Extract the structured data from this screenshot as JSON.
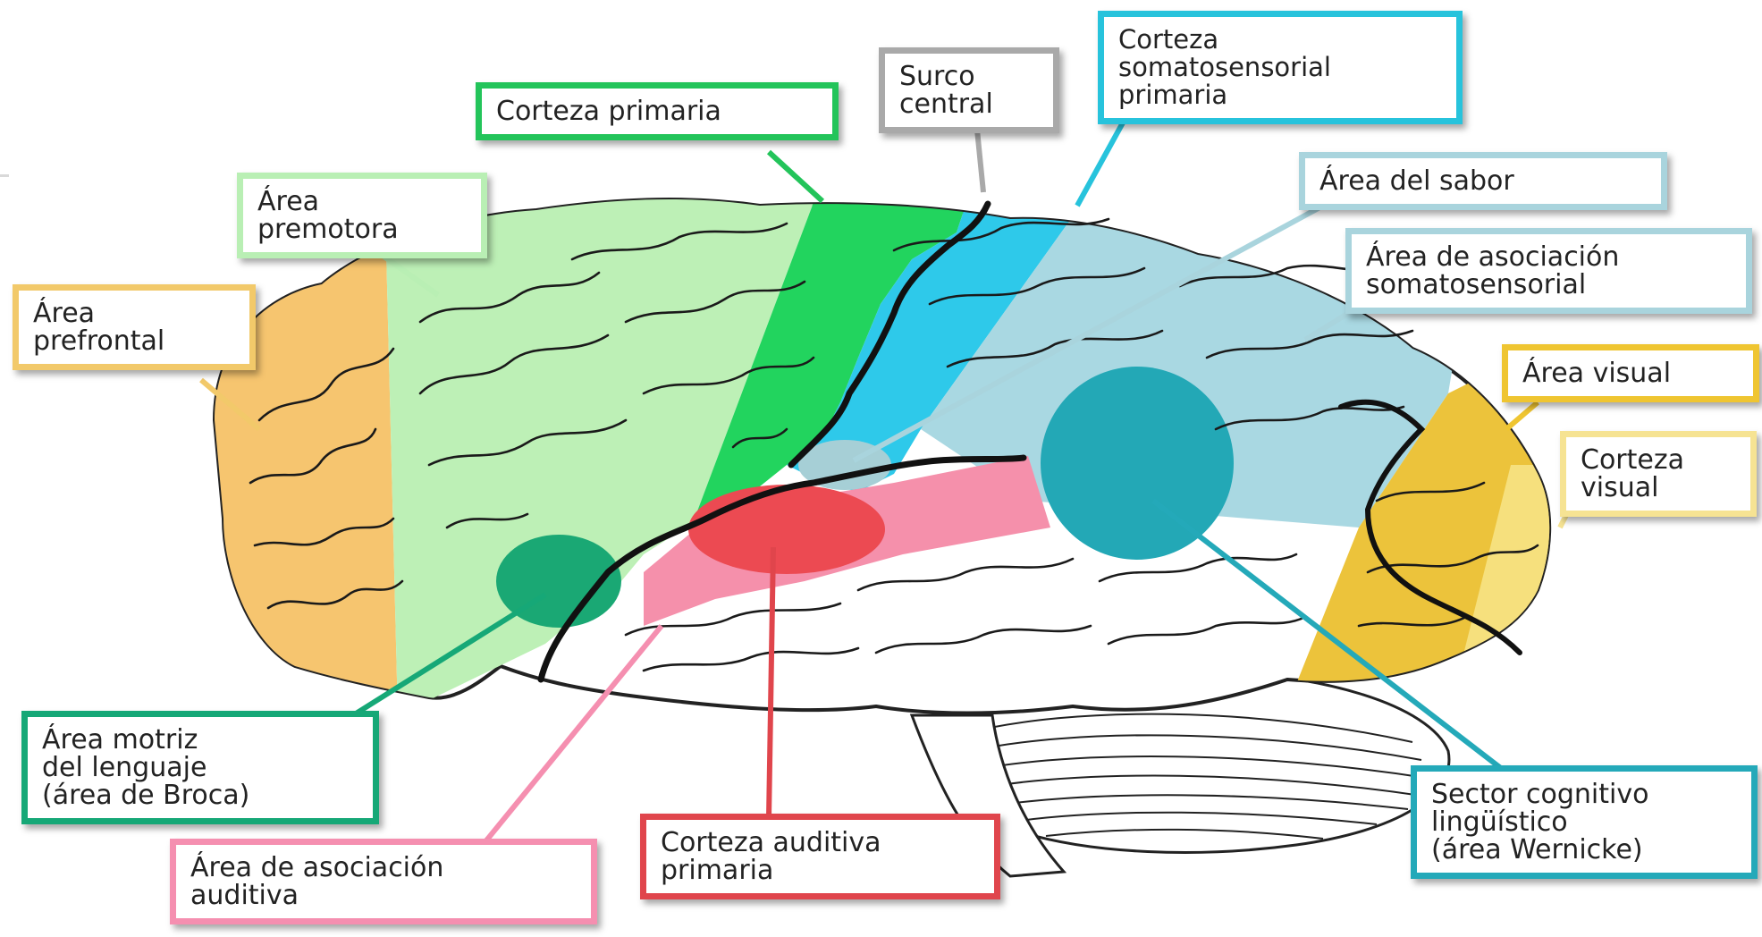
{
  "labels": {
    "prefrontal": {
      "text": "Área\nprefrontal",
      "color": "#f2c96a"
    },
    "premotora": {
      "text": "Área\npremotora",
      "color": "#b9efb4"
    },
    "corteza_primaria": {
      "text": "Corteza primaria",
      "color": "#23c45a"
    },
    "surco_central": {
      "text": "Surco\ncentral",
      "color": "#a9a9a9"
    },
    "somatosensorial_primaria": {
      "text": "Corteza\nsomatosensorial\nprimaria",
      "color": "#27c3dc"
    },
    "sabor": {
      "text": "Área del sabor",
      "color": "#a9d4dd"
    },
    "asoc_somatosensorial": {
      "text": "Área de asociación\nsomatosensorial",
      "color": "#a9d4dd"
    },
    "visual": {
      "text": "Área visual",
      "color": "#efc531"
    },
    "corteza_visual": {
      "text": "Corteza\nvisual",
      "color": "#f6e393"
    },
    "broca": {
      "text": "Área motriz\ndel lenguaje\n(área de Broca)",
      "color": "#16a877"
    },
    "asoc_auditiva": {
      "text": "Área de asociación\nauditiva",
      "color": "#f58fb0"
    },
    "auditiva_primaria": {
      "text": "Corteza auditiva\nprimaria",
      "color": "#e0454c"
    },
    "wernicke": {
      "text": "Sector cognitivo\nlingüístico\n(área Wernicke)",
      "color": "#24a9b9"
    }
  },
  "regions": {
    "prefrontal": "#f6c56f",
    "premotora": "#bdf0b6",
    "primaria": "#22d45e",
    "somatosensorial": "#2ec9ea",
    "asoc_somatosensorial": "#a9d8e2",
    "visual": "#ecc33b",
    "corteza_visual": "#f6e07d",
    "broca": "#1aa874",
    "asoc_auditiva": "#f590ab",
    "auditiva": "#ec4a52",
    "wernicke": "#23a8b6",
    "sabor": "#a6cfd6"
  }
}
